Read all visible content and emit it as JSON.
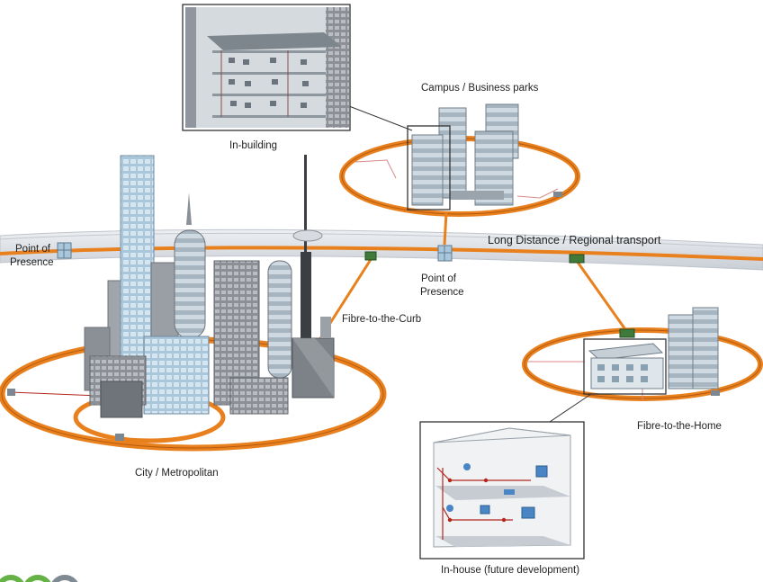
{
  "labels": {
    "in_building": "In-building",
    "campus": "Campus / Business parks",
    "long_distance": "Long Distance / Regional transport",
    "pop_left_line1": "Point of",
    "pop_left_line2": "Presence",
    "pop_center_line1": "Point of",
    "pop_center_line2": "Presence",
    "fibre_to_curb": "Fibre-to-the-Curb",
    "city": "City / Metropolitan",
    "fibre_to_home": "Fibre-to-the-Home",
    "in_house": "In-house (future development)"
  },
  "colors": {
    "fibre": "#e8801e",
    "road": "#d9dde3",
    "glass": "#b7cfe0",
    "concrete": "#8e9298",
    "node": "#3f7a3a",
    "logo": "#66b246"
  },
  "icons": {
    "pop": "point-of-presence-node-icon",
    "curb": "fibre-curb-node-icon",
    "logo": "logo-icon"
  }
}
